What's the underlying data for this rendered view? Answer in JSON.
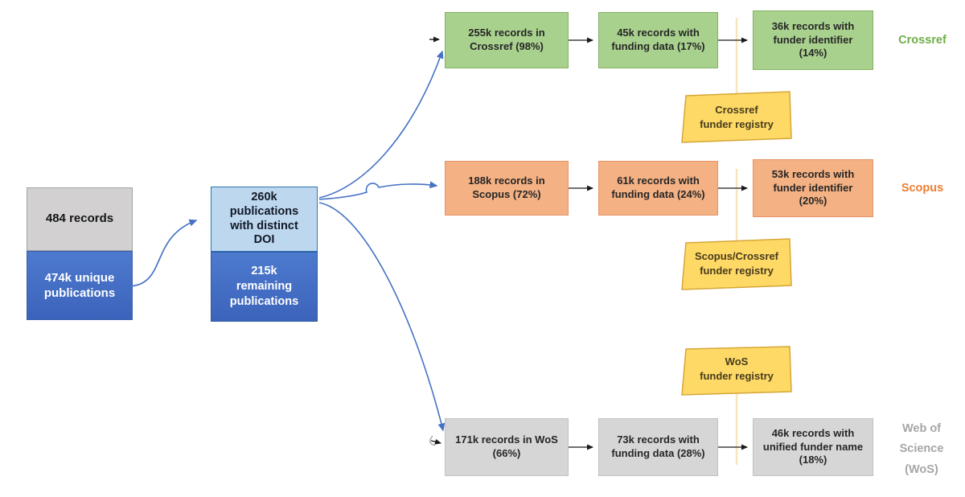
{
  "diagram": {
    "source": {
      "records": "484 records",
      "publications": "474k unique\npublications"
    },
    "doi": {
      "distinct": "260k\npublications\nwith distinct\nDOI",
      "remaining": "215k\nremaining\npublications"
    },
    "rows": [
      {
        "name": "Crossref",
        "steps": [
          "255k records in\nCrossref (98%)",
          "45k records with\nfunding data (17%)",
          "36k records with\nfunder identifier\n(14%)"
        ],
        "registry": "Crossref\nfunder registry",
        "label": "Crossref"
      },
      {
        "name": "Scopus",
        "steps": [
          "188k records in\nScopus (72%)",
          "61k records with\nfunding data (24%)",
          "53k records with\nfunder identifier\n(20%)"
        ],
        "registry": "Scopus/Crossref\nfunder registry",
        "label": "Scopus"
      },
      {
        "name": "Web of Science",
        "steps": [
          "171k records in WoS\n(66%)",
          "73k records with\nfunding data (28%)",
          "46k records with\nunified funder name\n(18%)"
        ],
        "registry": "WoS\nfunder registry",
        "label": "Web of\nScience\n(WoS)"
      }
    ],
    "colors": {
      "crossref_fill": "#a9d18e",
      "crossref_accent": "#70ad47",
      "scopus_fill": "#f4b183",
      "scopus_accent": "#ed7d31",
      "wos_fill": "#d6d6d6",
      "wos_accent": "#a6a6a6",
      "registry_fill": "#ffd966",
      "registry_border": "#d6a637",
      "registry_line": "#f7e6ba",
      "blue_dark": "#3c63bb",
      "blue_light": "#bdd7ee",
      "arrow_blue": "#4472c4"
    }
  }
}
